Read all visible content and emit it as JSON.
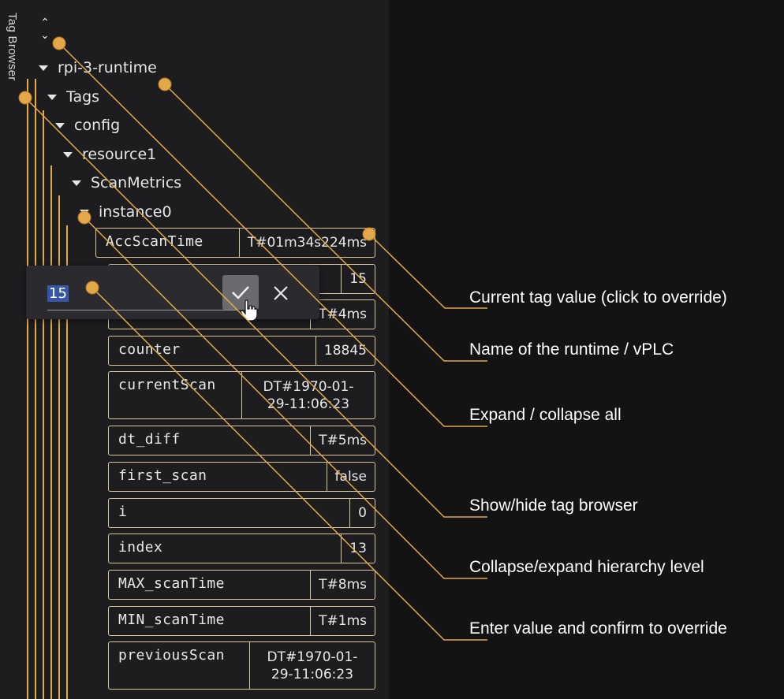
{
  "panel": {
    "title": "Tag Browser",
    "collapse_all_glyph": "⌃⌄"
  },
  "tree": {
    "runtime": "rpi-3-runtime",
    "tags": "Tags",
    "config": "config",
    "resource": "resource1",
    "program": "ScanMetrics",
    "instance": "instance0"
  },
  "tags": [
    {
      "name": "AccScanTime",
      "value": "T#01m34s224ms"
    },
    {
      "name": "",
      "value": "15"
    },
    {
      "name": "",
      "value": "T#4ms"
    },
    {
      "name": "counter",
      "value": "18845"
    },
    {
      "name": "currentScan",
      "value": "DT#1970-01-\n29-11:06:23"
    },
    {
      "name": "dt_diff",
      "value": "T#5ms"
    },
    {
      "name": "first_scan",
      "value": "false"
    },
    {
      "name": "i",
      "value": "0"
    },
    {
      "name": "index",
      "value": "13"
    },
    {
      "name": "MAX_scanTime",
      "value": "T#8ms"
    },
    {
      "name": "MIN_scanTime",
      "value": "T#1ms"
    },
    {
      "name": "previousScan",
      "value": "DT#1970-01-\n29-11:06:23"
    }
  ],
  "override_popup": {
    "input_value": "15"
  },
  "callouts": {
    "current_value": "Current tag value (click to override)",
    "runtime_name": "Name of the runtime / vPLC",
    "expand_all": "Expand / collapse all",
    "show_hide": "Show/hide tag browser",
    "collapse_level": "Collapse/expand hierarchy level",
    "enter_value": "Enter value and confirm to override"
  },
  "colors": {
    "annotation": "#e3a848",
    "panel_bg": "#1d1d20",
    "page_bg": "#141314"
  },
  "icons": [
    "collapse-all-icon",
    "expand-triangle-icon",
    "check-icon",
    "close-icon",
    "hand-cursor-icon"
  ]
}
